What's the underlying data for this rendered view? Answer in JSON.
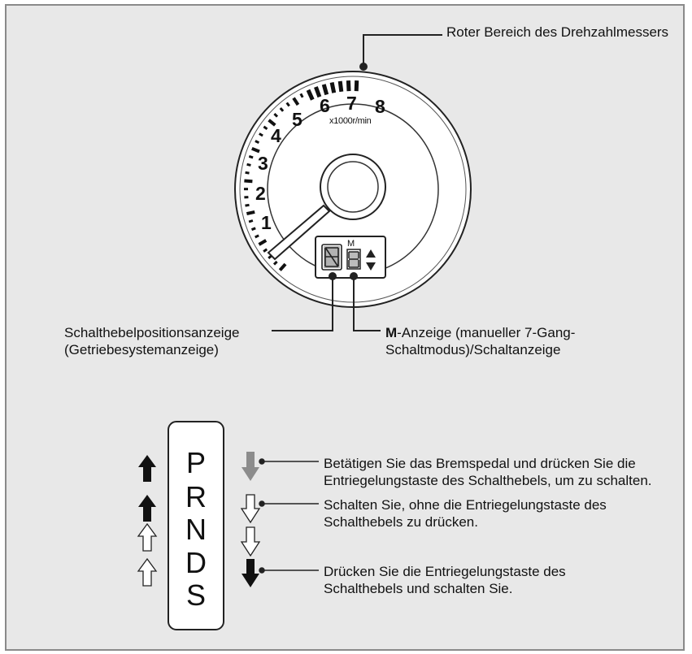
{
  "labels": {
    "redzone": "Roter Bereich des Drehzahlmessers",
    "gear_position_line1": "Schalthebelpositionsanzeige",
    "gear_position_line2": "(Getriebesystemanzeige)",
    "m_indicator_bold": "M",
    "m_indicator_line1_rest": "-Anzeige (manueller 7-Gang-",
    "m_indicator_line2": "Schaltmodus)/Schaltanzeige"
  },
  "tachometer": {
    "numbers": [
      "1",
      "2",
      "3",
      "4",
      "5",
      "6",
      "7",
      "8"
    ],
    "unit": "x1000r/min",
    "display_mode_letter": "M"
  },
  "shifter": {
    "gears": [
      "P",
      "R",
      "N",
      "D",
      "S"
    ]
  },
  "legend": {
    "note1_line1": "Betätigen Sie das Bremspedal und drücken Sie die",
    "note1_line2": "Entriegelungstaste des Schalthebels, um zu schalten.",
    "note2_line1": "Schalten Sie, ohne die Entriegelungstaste des",
    "note2_line2": "Schalthebels zu drücken.",
    "note3_line1": "Drücken Sie die Entriegelungstaste des",
    "note3_line2": "Schalthebels und schalten Sie."
  },
  "colors": {
    "background": "#e8e8e8",
    "arrow_black": "#111111",
    "arrow_gray": "#8c8c8c",
    "arrow_outline": "#ffffff"
  }
}
